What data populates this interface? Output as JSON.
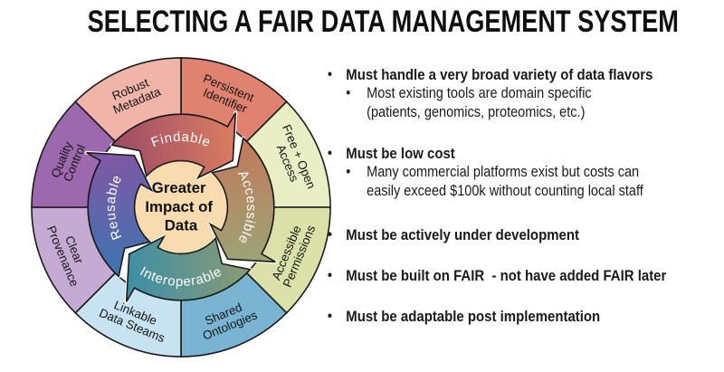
{
  "title": "SELECTING A FAIR DATA MANAGEMENT SYSTEM",
  "bullet_char": "•",
  "diagram": {
    "center_lines": [
      "Greater",
      "Impact of",
      "Data"
    ],
    "center_color": "#F8DBAE",
    "arrows": [
      {
        "label": "Findable",
        "color_from": "#9C4B66",
        "color_to": "#DA7B61"
      },
      {
        "label": "Accessible",
        "color_from": "#C2795A",
        "color_to": "#9DA375"
      },
      {
        "label": "Interoperable",
        "color_from": "#8A9B74",
        "color_to": "#3E8FA5"
      },
      {
        "label": "Reusable",
        "color_from": "#3E74B0",
        "color_to": "#7D59A6"
      }
    ],
    "segments": [
      {
        "lines": [
          "Persistent",
          "Identifier"
        ],
        "color": "#E08270"
      },
      {
        "lines": [
          "Free + Open",
          "Access"
        ],
        "color": "#E9EEC5"
      },
      {
        "lines": [
          "Accessible",
          "Permissions"
        ],
        "color": "#DCE1AA"
      },
      {
        "lines": [
          "Shared",
          "Ontologies"
        ],
        "color": "#79B5D3"
      },
      {
        "lines": [
          "Linkable",
          "Data Steams"
        ],
        "color": "#C7E2F0"
      },
      {
        "lines": [
          "Clear",
          "Provenance"
        ],
        "color": "#C5ABD3"
      },
      {
        "lines": [
          "Quality",
          "Control"
        ],
        "color": "#9C69AE"
      },
      {
        "lines": [
          "Robust",
          "Metadata"
        ],
        "color": "#F0B5A8"
      }
    ]
  },
  "bullets": [
    {
      "label": "Must handle a very broad variety of data flavors",
      "sub_lines": [
        "Most existing tools are domain specific",
        "(patients, genomics, proteomics, etc.)"
      ]
    },
    {
      "label": "Must be low cost",
      "sub_lines": [
        "Many commercial platforms exist but costs can",
        "easily exceed $100k without counting local staff"
      ]
    },
    {
      "label": "Must be actively under development",
      "sub_lines": []
    },
    {
      "label": "Must be built on FAIR  - not have added FAIR later",
      "sub_lines": []
    },
    {
      "label": "Must be adaptable post implementation",
      "sub_lines": []
    }
  ]
}
